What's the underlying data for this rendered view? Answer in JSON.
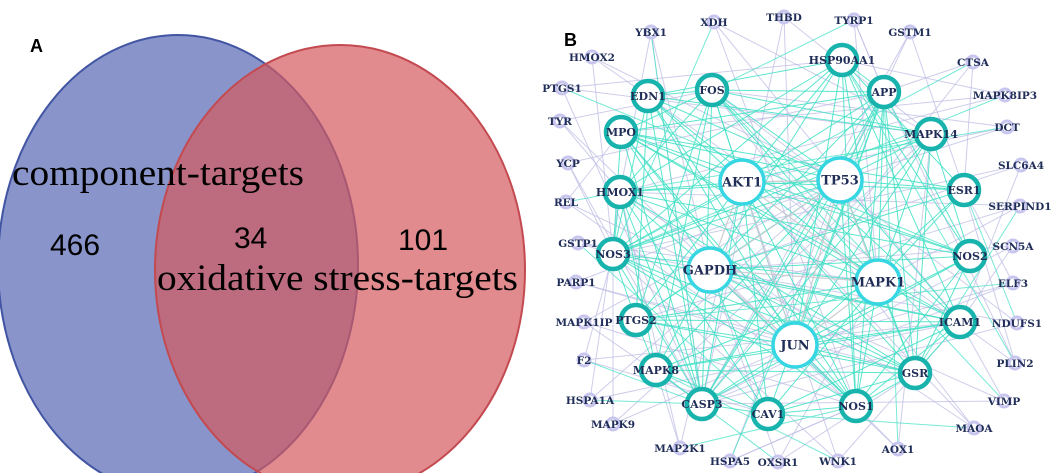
{
  "panels": {
    "a": "A",
    "b": "B"
  },
  "venn": {
    "left_set": {
      "label": "component-targets",
      "count": "466",
      "color": "#5566b4"
    },
    "right_set": {
      "label": "oxidative stress-targets",
      "count": "101",
      "color": "#d45a5e"
    },
    "overlap": {
      "count": "34"
    }
  },
  "network": {
    "colors": {
      "edge_primary": "#3fe0c5",
      "edge_secondary": "#c2c0e6",
      "edge_core": "#c9c9cf",
      "node_outer": "#c8c5ee",
      "node_middle": "#18b3ad",
      "node_core": "#36d6e3"
    },
    "core_nodes": [
      "AKT1",
      "TP53",
      "GAPDH",
      "MAPK1",
      "JUN"
    ],
    "middle_nodes": [
      "FOS",
      "HSP90AA1",
      "EDN1",
      "APP",
      "MPO",
      "MAPK14",
      "HMOX1",
      "ESR1",
      "NOS3",
      "NOS2",
      "PTGS2",
      "ICAM1",
      "MAPK8",
      "GSR",
      "CASP3",
      "CAV1",
      "NOS1"
    ],
    "outer_nodes": [
      "XDH",
      "THBD",
      "TYRP1",
      "YBX1",
      "GSTM1",
      "HMOX2",
      "CTSA",
      "PTGS1",
      "MAPK8IP3",
      "TYR",
      "DCT",
      "YCP",
      "SLC6A4",
      "REL",
      "SERPIND1",
      "GSTP1",
      "SCN5A",
      "PARP1",
      "ELF3",
      "MAPK1IP",
      "NDUFS1",
      "F2",
      "PLIN2",
      "HSPA1A",
      "VIMP",
      "MAPK9",
      "MAOA",
      "MAP2K1",
      "AOX1",
      "HSPA5",
      "OXSR1",
      "WNK1"
    ]
  }
}
